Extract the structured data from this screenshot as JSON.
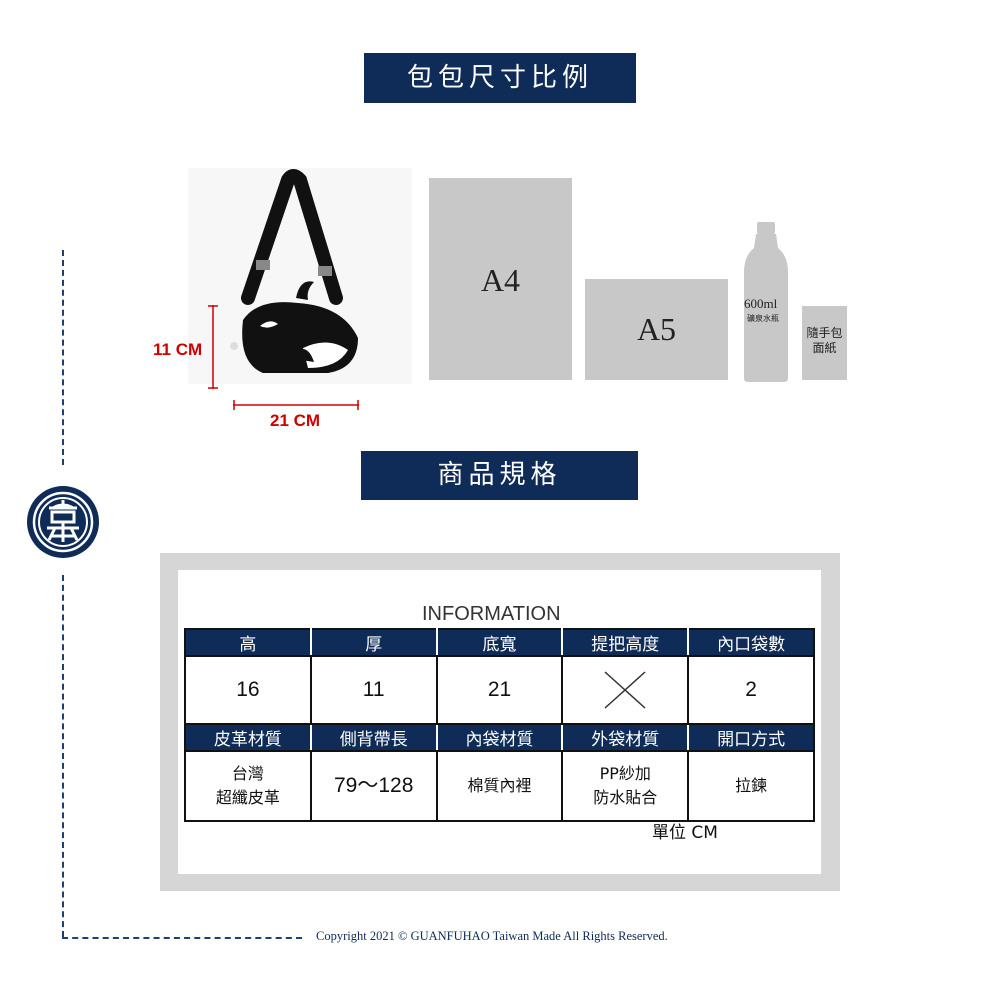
{
  "headings": {
    "size_ratio": "包包尺寸比例",
    "specs": "商品規格"
  },
  "bag": {
    "height_label": "11 CM",
    "width_label": "21 CM"
  },
  "comparison": {
    "a4": "A4",
    "a5": "A5",
    "bottle_volume": "600ml",
    "bottle_caption": "礦泉水瓶",
    "tissue_line1": "隨手包",
    "tissue_line2": "面紙"
  },
  "spec_table": {
    "title": "INFORMATION",
    "row1_headers": [
      "高",
      "厚",
      "底寬",
      "提把高度",
      "內口袋數"
    ],
    "row1_values": [
      "16",
      "11",
      "21",
      "",
      "2"
    ],
    "row2_headers": [
      "皮革材質",
      "側背帶長",
      "內袋材質",
      "外袋材質",
      "開口方式"
    ],
    "row2_values": [
      [
        "台灣",
        "超纖皮革"
      ],
      [
        "79～128"
      ],
      [
        "棉質內裡"
      ],
      [
        "PP紗加",
        "防水貼合"
      ],
      [
        "拉鍊"
      ]
    ],
    "unit": "單位 CM"
  },
  "footer": {
    "copyright": "Copyright 2021 © GUANFUHAO Taiwan Made All Rights Reserved."
  },
  "colors": {
    "navy": "#0f2b57",
    "dimension_red": "#d00000",
    "paper_gray": "#c8c8c8",
    "frame_gray": "#d6d6d6"
  },
  "icons": {
    "logo": "circular-brand-emblem",
    "not_applicable": "cross-mark"
  }
}
